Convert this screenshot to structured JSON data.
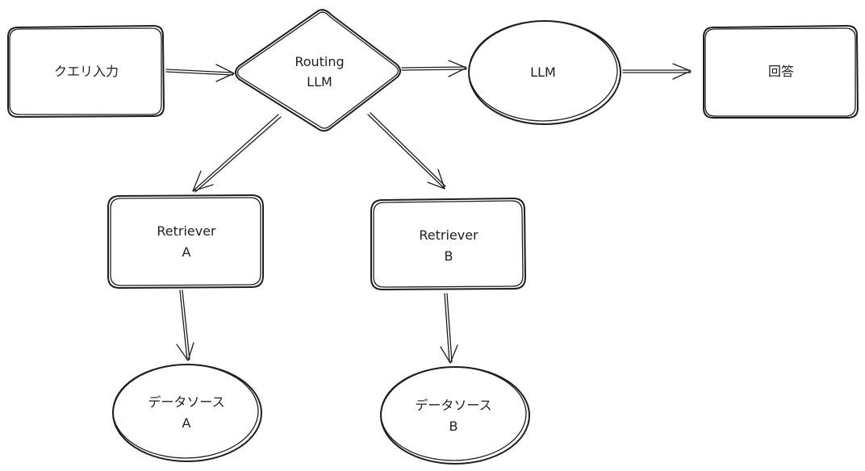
{
  "nodes": {
    "query_input": {
      "label": "クエリ入力"
    },
    "routing_llm": {
      "line1": "Routing",
      "line2": "LLM",
      "fill": "#a5d8ff"
    },
    "llm": {
      "label": "LLM",
      "fill": "#a5d8ff"
    },
    "answer": {
      "label": "回答"
    },
    "retriever_a": {
      "line1": "Retriever",
      "line2": "A"
    },
    "retriever_b": {
      "line1": "Retriever",
      "line2": "B"
    },
    "datasource_a": {
      "line1": "データソース",
      "line2": "A",
      "fill": "#ffc9c9"
    },
    "datasource_b": {
      "line1": "データソース",
      "line2": "B",
      "fill": "#ffc9c9"
    }
  },
  "edges": [
    {
      "from": "query_input",
      "to": "routing_llm"
    },
    {
      "from": "routing_llm",
      "to": "llm"
    },
    {
      "from": "llm",
      "to": "answer"
    },
    {
      "from": "routing_llm",
      "to": "retriever_a"
    },
    {
      "from": "routing_llm",
      "to": "retriever_b"
    },
    {
      "from": "retriever_a",
      "to": "datasource_a"
    },
    {
      "from": "retriever_b",
      "to": "datasource_b"
    }
  ]
}
